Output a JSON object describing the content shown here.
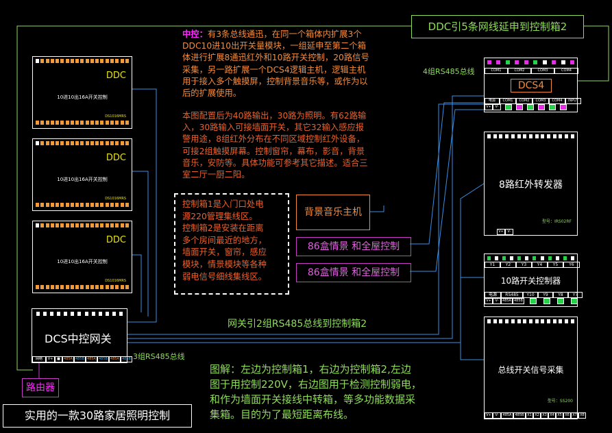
{
  "title": "实用的一款30路家居照明控制",
  "ddc_modules": [
    {
      "tag": "DDC",
      "title": "10进10出16A开关控制",
      "model": "DS1016MRS"
    },
    {
      "tag": "DDC",
      "title": "10进10出16A开关控制",
      "model": "DS1016MRS"
    },
    {
      "tag": "DDC",
      "title": "10进10出16A开关控制",
      "model": "DS1016MRS"
    }
  ],
  "gateway": {
    "label": "DCS中控网关",
    "ports": [
      "网络",
      "V+",
      "■",
      "485A",
      "485B",
      "485A",
      "485B",
      "485A",
      "485B"
    ]
  },
  "router_label": "路由器",
  "bus_485_left": "3组RS485总线",
  "bus_485_right": "4组RS485总线",
  "ddc_extend_label": "DDC引5条网线延申到控制箱2",
  "gateway_extend_label": "网关引2组RS485总线到控制箱2",
  "top_paragraph": {
    "lead": "中控：",
    "body": "有3条总线通迅，在同一个箱体内扩展3个DDC10进10出开关量模块，一组延申至第二个箱体进行扩展8通迅红外和10路开关控制，20路信号采集，另一路扩展一个DCS4逻辑主机，逻辑主机用于接入多个触摸屏，控制背景音乐等，或作为以后的扩展使用。",
    "lines": [
      "有3条总线通迅，在同一个箱体内扩展3个",
      "DDC10进10出开关量模块，一组延申至第二个箱",
      "体进行扩展8通迅红外和10路开关控制，20路信号",
      "采集，另一路扩展一个DCS4逻辑主机，逻辑主机",
      "用于接入多个触摸屏，控制背景音乐等，或作为以",
      "后的扩展使用。"
    ]
  },
  "config_paragraph": {
    "text": "本图配置后为40路输出，30路为照明。有62路输入，30路输入可接墙面开关，其它32输入感应报警用途，8组红外分布在不同区域控制红外设备，可接2组触摸屏幕。控制窗帘，幕布，影音，背景音乐，安防等。具体功能可参考其它描述。适合三室二厅一厨二阳。",
    "lines": [
      "本图配置后为40路输出，30路为照明。有62路输",
      "入，30路输入可接墙面开关，其它32输入感应报",
      "警用途，8组红外分布在不同区域控制红外设备，",
      "可接2组触摸屏幕。控制窗帘，幕布，影音，背景",
      "音乐，安防等。具体功能可参考其它描述。适合三",
      "室二厅一厨二阳。"
    ]
  },
  "cabinet_note": {
    "text": "控制箱1是入门口处电源220管理集线区。控制箱2是安装在距离多个房间最近的地方，墙面开关，窗帘，感应模块，情景模块等各种弱电信号细线集线区。",
    "lines": [
      "控制箱1是入门口处电",
      "源220管理集线区。",
      "控制箱2是安装在距离",
      "多个房间最近的地方，",
      "墙面开关，窗帘，感应",
      "模块，情景模块等各种",
      "弱电信号细线集线区。"
    ]
  },
  "music_host_label": "背景音乐主机",
  "scene_boxes": [
    "86盒情景 和全屋控制",
    "86盒情景 和全屋控制"
  ],
  "dcs4": {
    "label": "DCS4",
    "com_top": [
      "COM1",
      "COM2",
      "COM3",
      "COM4"
    ],
    "com_bottom": [
      "电源",
      "COM1",
      "COM2",
      "COM3",
      "COM4",
      "INPUT"
    ],
    "power": [
      "V+",
      "V-"
    ]
  },
  "ir_module": {
    "title": "8路红外转发器",
    "model": "型号：IRS02RF",
    "power": [
      "V+",
      "V-"
    ]
  },
  "switch_module": {
    "title": "10路开关控制器",
    "outputs": [
      "Y1",
      "Y2",
      "Y3",
      "Y4",
      "Y5",
      "Y6"
    ],
    "bottom_top": [
      "电源",
      "RS485",
      "Y10",
      "Y9",
      "Y8",
      "Y7"
    ],
    "bottom_bot": [
      "V+",
      "V-",
      "485A",
      "485B"
    ]
  },
  "signal_module": {
    "title": "总线开关信号采集",
    "model": "型号：SS200",
    "ports": [
      "V+",
      "V-",
      "485A",
      "485B",
      "X1",
      "X2",
      "X3",
      "X4",
      "X5",
      "X6",
      "X7",
      "X8"
    ]
  },
  "caption": {
    "text": "图解：左边为控制箱1，右边为控制箱2,左边图于用控制220V，右边图用于检测控制弱电，和作为墙面开关接线中转箱，等多功能数据采集箱。目的为了最短距离布线。",
    "lines": [
      "图解：左边为控制箱1，右边为控制箱2,左边",
      "图于用控制220V，右边图用于检测控制弱电，",
      "和作为墙面开关接线中转箱，等多功能数据采",
      "集箱。目的为了最短距离布线。"
    ]
  },
  "colors": {
    "green": "#8fdc5a",
    "cyan": "#36c0c0",
    "blue": "#3a8fe6",
    "orange": "#f48c3c",
    "magenta": "#c83cc8",
    "yellow": "#e7e01a"
  }
}
